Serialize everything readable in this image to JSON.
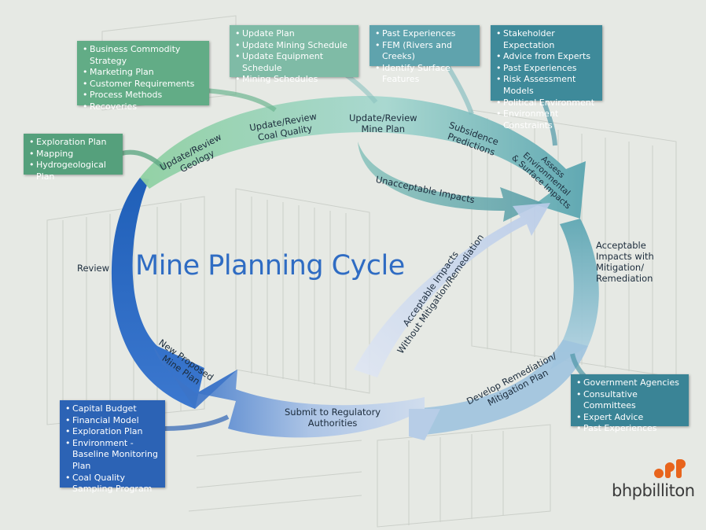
{
  "title": "Mine Planning Cycle",
  "boxes": {
    "business": [
      "Business Commodity Strategy",
      "Marketing Plan",
      "Customer Requirements",
      "Process Methods",
      "Recoveries"
    ],
    "update_plan": [
      "Update Plan",
      "Update Mining Schedule",
      "Update Equipment Schedule",
      "Mining Schedules"
    ],
    "past_exp": [
      "Past Experiences",
      "FEM (Rivers and Creeks)",
      "Identify Surface Features"
    ],
    "stakeholder": [
      "Stakeholder Expectation",
      "Advice from Experts",
      "Past Experiences",
      "Risk Assessment Models",
      "Political Environment",
      "Environment Constraints"
    ],
    "exploration": [
      "Exploration Plan",
      "Mapping",
      "Hydrogeological Plan"
    ],
    "government": [
      "Government Agencies",
      "Consultative Committees",
      "Expert Advice",
      "Past Experiences"
    ],
    "capital": [
      "Capital Budget",
      "Financial Model",
      "Exploration Plan",
      "Environment - Baseline Monitoring Plan",
      "Coal Quality Sampling Program"
    ]
  },
  "stages": {
    "geology": [
      "Update/Review",
      "Geology"
    ],
    "coal_quality": [
      "Update/Review",
      "Coal Quality"
    ],
    "mine_plan": [
      "Update/Review",
      "Mine Plan"
    ],
    "subsidence": [
      "Subsidence",
      "Predictions"
    ],
    "assess": [
      "Assess",
      "Environmental",
      "& Surface Impacts"
    ],
    "unacceptable": "Unacceptable Impacts",
    "acceptable_with": [
      "Acceptable",
      "Impacts with",
      "Mitigation/",
      "Remediation"
    ],
    "acceptable_without": [
      "Acceptable Impacts",
      "Without Mitigation/Remediation"
    ],
    "develop": [
      "Develop Remediation/",
      "Mitigation Plan"
    ],
    "submit": [
      "Submit to Regulatory",
      "Authorities"
    ],
    "new_plan": [
      "New Proposed",
      "Mine Plan"
    ],
    "review": "Review"
  },
  "logo": "bhpbilliton",
  "colors": {
    "green_box": "#5fa883",
    "teal_box": "#4f97a6",
    "blue_box": "#2c63b5",
    "title": "#2f6cc3",
    "logo_orange": "#e8641c"
  }
}
